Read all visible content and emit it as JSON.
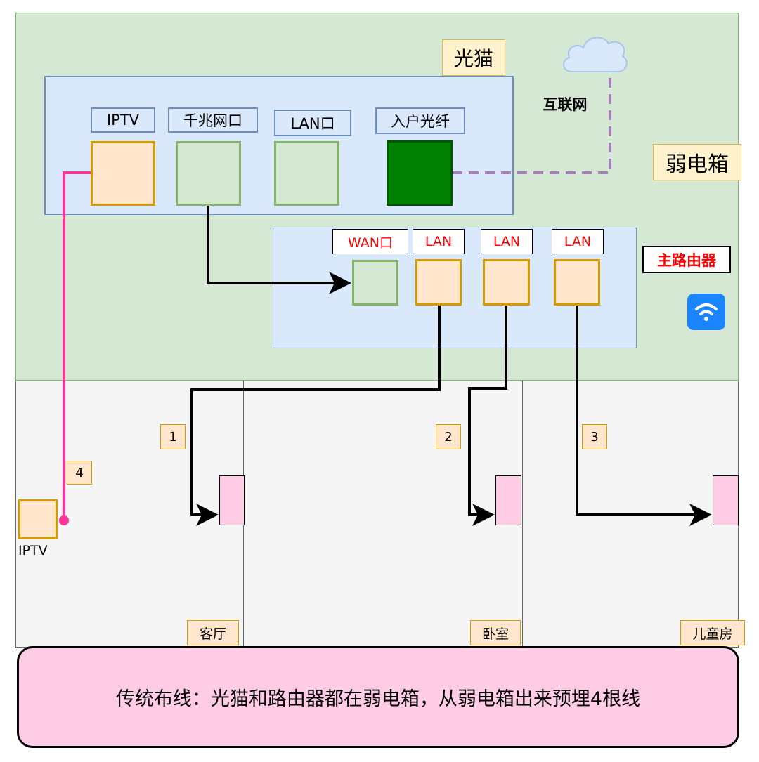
{
  "weak_box": {
    "title": "弱电箱",
    "bg": "#d5e8d4",
    "border": "#82b366"
  },
  "modem": {
    "title": "光猫",
    "ports": [
      {
        "label": "IPTV",
        "color": "#ffe6cc",
        "border": "#d79b00"
      },
      {
        "label": "千兆网口",
        "color": "#d5e8d4",
        "border": "#82b366"
      },
      {
        "label": "LAN口",
        "color": "#d5e8d4",
        "border": "#82b366"
      },
      {
        "label": "入户光纤",
        "color": "#008000",
        "border": "#005700"
      }
    ]
  },
  "internet": {
    "label": "互联网",
    "icon": "cloud-icon"
  },
  "router": {
    "title": "主路由器",
    "title_color": "#ff0000",
    "ports": [
      {
        "label": "WAN口"
      },
      {
        "label": "LAN"
      },
      {
        "label": "LAN"
      },
      {
        "label": "LAN"
      }
    ],
    "wifi_icon": "wifi-icon"
  },
  "rooms": [
    {
      "name": "客厅"
    },
    {
      "name": "卧室"
    },
    {
      "name": "儿童房"
    }
  ],
  "cables": [
    {
      "number": "1"
    },
    {
      "number": "2"
    },
    {
      "number": "3"
    },
    {
      "number": "4"
    }
  ],
  "iptv_device": {
    "label": "IPTV"
  },
  "colors": {
    "room_bg": "#f5f5f5",
    "room_border": "#666666",
    "box_blue": "#dae8fc",
    "box_blue_border": "#6c8ebf",
    "orange": "#ffe6cc",
    "orange_border": "#d79b00",
    "socket": "#ffcce6",
    "iptv_wire": "#ff3399",
    "fiber": "#a680b8"
  },
  "caption": "传统布线：光猫和路由器都在弱电箱，从弱电箱出来预埋4根线"
}
